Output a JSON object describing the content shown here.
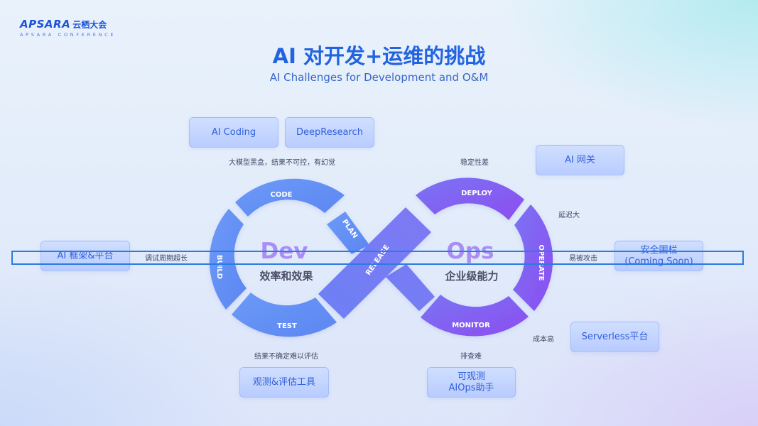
{
  "logo": {
    "mark": "APSARA",
    "cn": "云栖大会",
    "sub": "APSARA CONFERENCE"
  },
  "title": "AI 对开发+运维的挑战",
  "subtitle": "AI Challenges for Development and O&M",
  "loop": {
    "dev_title": "Dev",
    "dev_subtitle": "效率和效果",
    "ops_title": "Ops",
    "ops_subtitle": "企业级能力",
    "stages": {
      "code": "CODE",
      "plan": "PLAN",
      "build": "BUILD",
      "test": "TEST",
      "release": "RELEASE",
      "deploy": "DEPLOY",
      "operate": "OPERATE",
      "monitor": "MONITOR"
    }
  },
  "tags": {
    "ai_coding": "AI Coding",
    "deep_research": "DeepResearch",
    "ai_gateway": "AI 网关",
    "ai_framework": "AI 框架&平台",
    "security_line1": "安全围栏",
    "security_line2": "(Coming Soon)",
    "serverless": "Serverless平台",
    "observe_eval": "观测&评估工具",
    "aiops_line1": "可观测",
    "aiops_line2": "AIOps助手"
  },
  "notes": {
    "blackbox": "大模型黑盒，结果不可控，有幻觉",
    "stability": "稳定性差",
    "latency": "延迟大",
    "debug_cycle": "调试周期超长",
    "attack": "易被攻击",
    "cost": "成本高",
    "uncertain": "结果不确定难以评估",
    "troubleshoot": "排查难"
  },
  "colors": {
    "title": "#2263e0",
    "dev_blue": "#5e8ff5",
    "ops_purple": "#8a5bf2",
    "highlight": "#2b7be0"
  }
}
